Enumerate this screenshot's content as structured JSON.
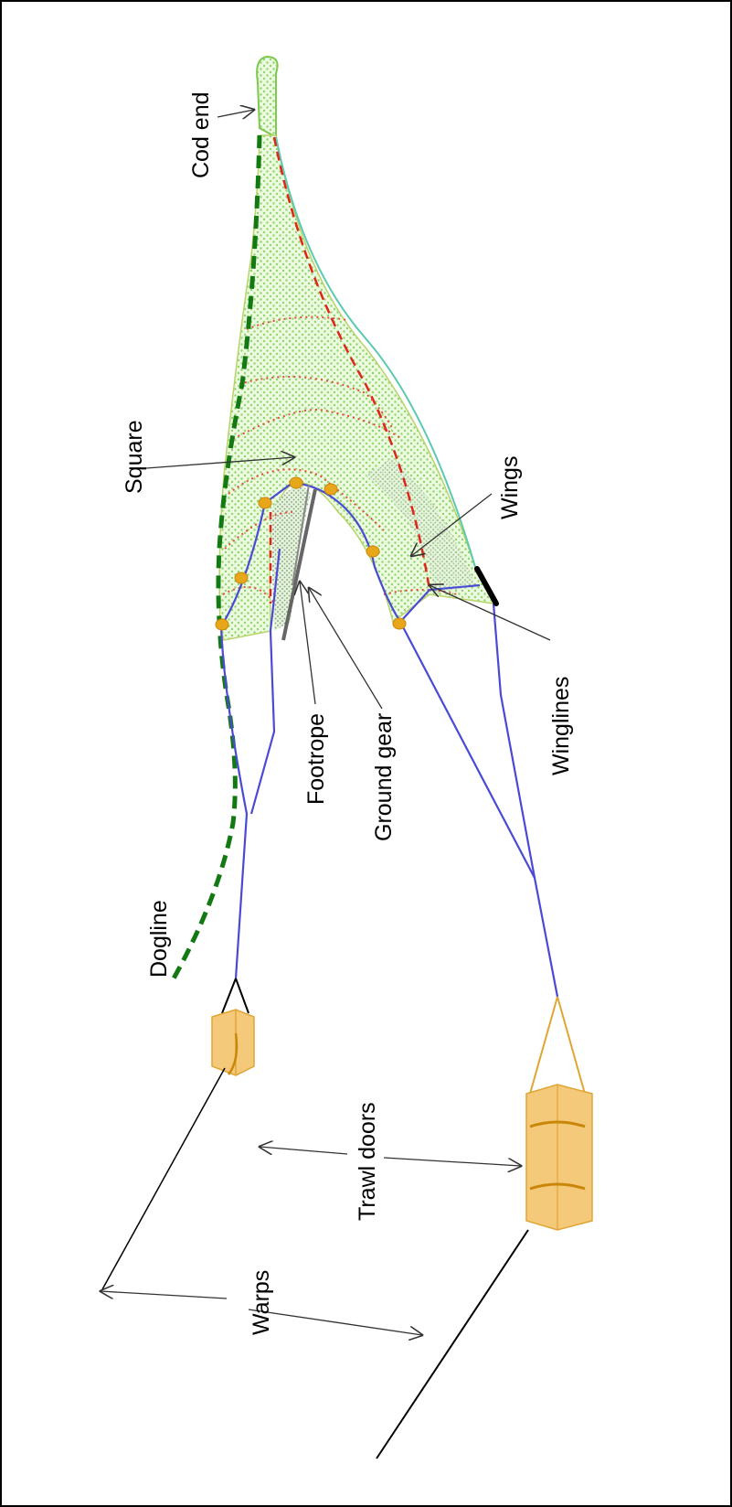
{
  "labels": {
    "cod_end": "Cod end",
    "square": "Square",
    "wings": "Wings",
    "footrope": "Footrope",
    "ground_gear": "Ground gear",
    "winglines": "Winglines",
    "dogline": "Dogline",
    "trawl_doors": "Trawl doors",
    "warps": "Warps"
  },
  "colors": {
    "border": "#000000",
    "net_fill": "#d9f7c4",
    "net_mesh": "#8fd46a",
    "square_mesh": "#b9b9b9",
    "dogline": "#137a13",
    "blue_rope": "#4a4ad4",
    "red_dashed": "#e0241a",
    "red_dotted": "#e54a3a",
    "teal_edge": "#5cc9b0",
    "floats": "#e8a71b",
    "doors_fill": "#f5c97a",
    "doors_stroke": "#e0a534",
    "ground_gear": "#666666",
    "arrows": "#333333"
  }
}
